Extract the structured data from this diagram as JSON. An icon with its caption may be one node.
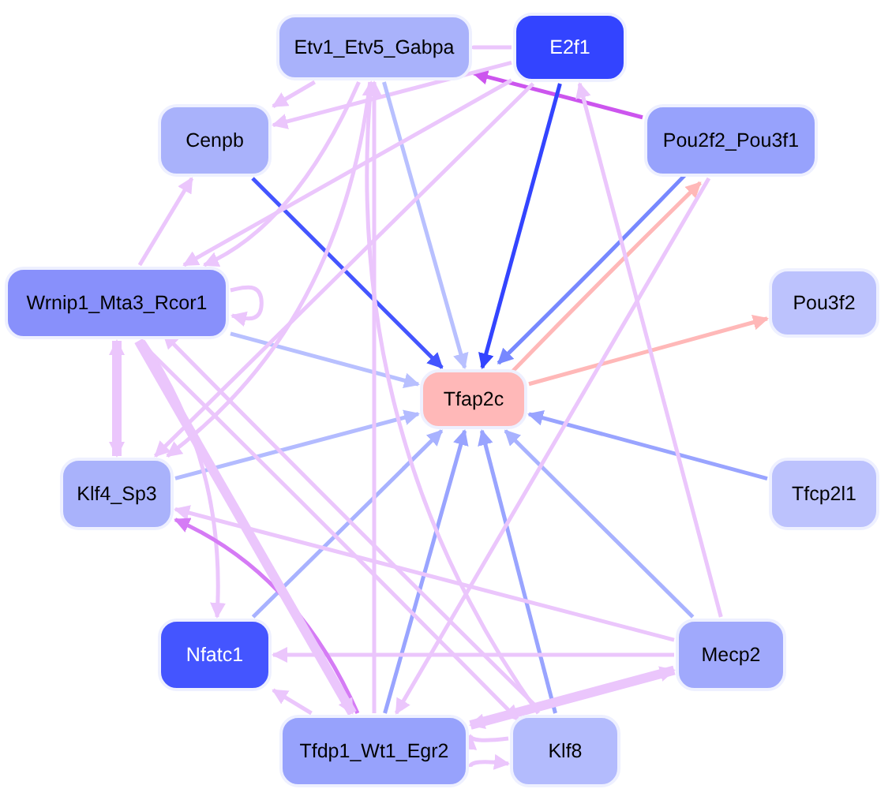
{
  "diagram": {
    "nodes": [
      {
        "text": [
          "Etv1_Etv5_Gabpa"
        ]
      },
      {
        "text": [
          "E2f1"
        ]
      },
      {
        "text": [
          "Cenpb"
        ]
      },
      {
        "text": [
          "Pou2f2_Pou3f1"
        ]
      },
      {
        "text": [
          "Wrnip1_Mta3_Rcor1"
        ]
      },
      {
        "text": [
          "Pou3f2"
        ]
      },
      {
        "text": [
          "Tfap2c"
        ]
      },
      {
        "text": [
          "Klf4_Sp3"
        ]
      },
      {
        "text": [
          "Tfcp2l1"
        ]
      },
      {
        "text": [
          "Nfatc1"
        ]
      },
      {
        "text": [
          "Mecp2"
        ]
      },
      {
        "text": [
          "Tfdp1_Wt1_Egr2"
        ]
      },
      {
        "text": [
          "Klf8"
        ]
      }
    ],
    "edges": [
      {
        "from": 1,
        "to": 0,
        "arrow": "to"
      },
      {
        "from": 3,
        "to": 0,
        "arrow": "to",
        "color": "#cc55ee"
      },
      {
        "from": 0,
        "to": 2,
        "arrow": "to"
      },
      {
        "from": 1,
        "to": 2,
        "arrow": "to"
      },
      {
        "from": 2,
        "to": 6,
        "arrow": "to",
        "color": "#4455ff"
      },
      {
        "from": 1,
        "to": 6,
        "arrow": "to",
        "color": "#3344ff"
      },
      {
        "from": 0,
        "to": 6,
        "arrow": "to",
        "color": "#b8c0ff"
      },
      {
        "from": 6,
        "to": 3,
        "arrow": "to",
        "color": "#ffb8b8"
      },
      {
        "from": 3,
        "to": 6,
        "arrow": "to",
        "color": "#7788ff"
      },
      {
        "from": 6,
        "to": 5,
        "arrow": "to",
        "color": "#ffb8b8"
      },
      {
        "from": 4,
        "to": 2,
        "arrow": "to"
      },
      {
        "from": 4,
        "to": 4,
        "arrow": "to"
      },
      {
        "from": 0,
        "to": 4,
        "arrow": "to"
      },
      {
        "from": 1,
        "to": 4,
        "arrow": "to"
      },
      {
        "from": 4,
        "to": 6,
        "arrow": "to",
        "color": "#b8c0ff"
      },
      {
        "from": 4,
        "to": 7,
        "arrow": "both",
        "style": "thick"
      },
      {
        "from": 7,
        "to": 6,
        "arrow": "to",
        "color": "#b3bbff"
      },
      {
        "from": 8,
        "to": 6,
        "arrow": "to",
        "color": "#99a4ff"
      },
      {
        "from": 1,
        "to": 7,
        "arrow": "to"
      },
      {
        "from": 4,
        "to": 9,
        "arrow": "to"
      },
      {
        "from": 9,
        "to": 6,
        "arrow": "to",
        "color": "#a8b2ff"
      },
      {
        "from": 11,
        "to": 6,
        "arrow": "to",
        "color": "#99a4ff"
      },
      {
        "from": 12,
        "to": 6,
        "arrow": "to",
        "color": "#99a4ff"
      },
      {
        "from": 10,
        "to": 6,
        "arrow": "to",
        "color": "#a8b2ff"
      },
      {
        "from": 11,
        "to": 0,
        "arrow": "to"
      },
      {
        "from": 10,
        "to": 1,
        "arrow": "to"
      },
      {
        "from": 12,
        "to": 0,
        "arrow": "to"
      },
      {
        "from": 3,
        "to": 11,
        "arrow": "to"
      },
      {
        "from": 10,
        "to": 7,
        "arrow": "to"
      },
      {
        "from": 10,
        "to": 9,
        "arrow": "to"
      },
      {
        "from": 10,
        "to": 11,
        "arrow": "both",
        "style": "thick"
      },
      {
        "from": 11,
        "to": 12,
        "arrow": "to"
      },
      {
        "from": 12,
        "to": 11,
        "arrow": "to"
      },
      {
        "from": 11,
        "to": 9,
        "arrow": "to"
      },
      {
        "from": 11,
        "to": 7,
        "arrow": "to",
        "color": "#d57bf5"
      },
      {
        "from": 4,
        "to": 11,
        "arrow": "to",
        "style": "thick"
      },
      {
        "from": 4,
        "to": 12,
        "arrow": "to"
      },
      {
        "from": 0,
        "to": 7,
        "arrow": "to"
      },
      {
        "from": 12,
        "to": 4,
        "arrow": "to"
      }
    ]
  }
}
